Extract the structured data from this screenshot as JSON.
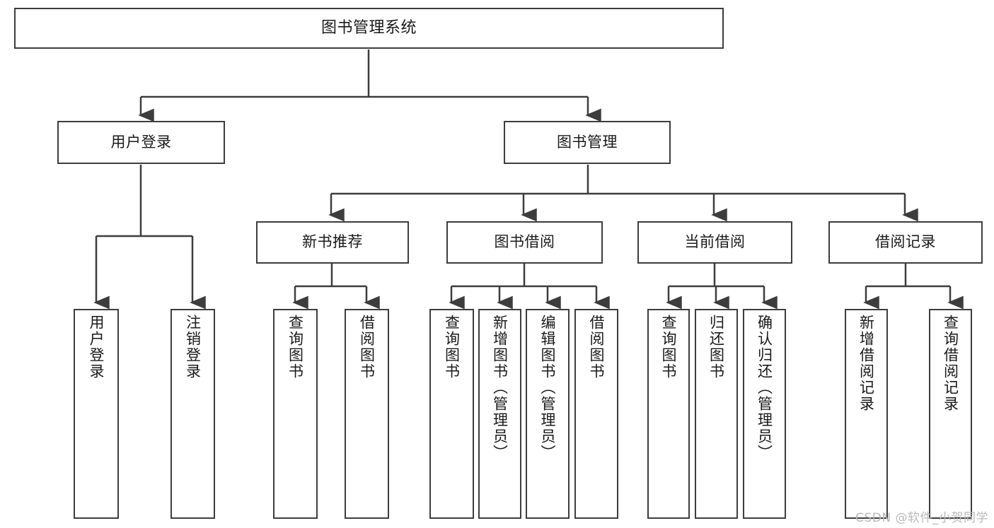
{
  "diagram": {
    "type": "tree-hierarchy-flowchart",
    "title": "图书管理系统",
    "orientation": "top-down",
    "line_color": "#3d3d3d",
    "box_fill": "#ffffff",
    "text_color": "#1a1a1a",
    "background": "#ffffff"
  },
  "nodes": {
    "root": {
      "label": "图书管理系统"
    },
    "level1": [
      {
        "label": "用户登录"
      },
      {
        "label": "图书管理"
      }
    ],
    "level2": [
      {
        "label": "新书推荐"
      },
      {
        "label": "图书借阅"
      },
      {
        "label": "当前借阅"
      },
      {
        "label": "借阅记录"
      }
    ],
    "leaves": {
      "user_login": [
        {
          "label": "用户登录"
        },
        {
          "label": "注销登录"
        }
      ],
      "new_book_recommend": [
        {
          "label": "查询图书"
        },
        {
          "label": "借阅图书"
        }
      ],
      "book_borrow": [
        {
          "label": "查询图书"
        },
        {
          "label": "新增图书（管理员）"
        },
        {
          "label": "编辑图书（管理员）"
        },
        {
          "label": "借阅图书"
        }
      ],
      "current_borrow": [
        {
          "label": "查询图书"
        },
        {
          "label": "归还图书"
        },
        {
          "label": "确认归还（管理员）"
        }
      ],
      "borrow_record": [
        {
          "label": "新增借阅记录"
        },
        {
          "label": "查询借阅记录"
        }
      ]
    }
  },
  "watermark": {
    "text": "CSDN @软件_小贺同学"
  }
}
